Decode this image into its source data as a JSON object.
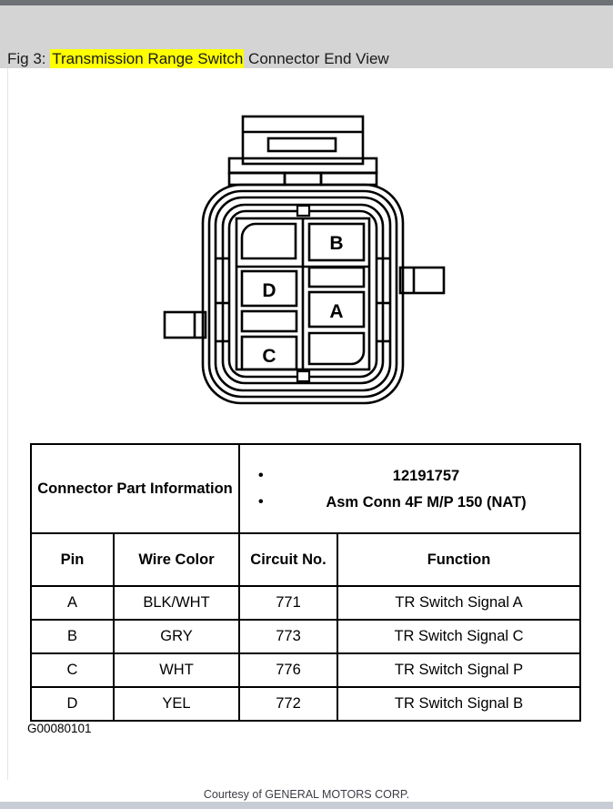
{
  "header": {
    "caption_prefix": "Fig 3: ",
    "caption_highlight": "Transmission Range Switch",
    "caption_suffix": " Connector End View",
    "highlight_color": "#ffff00"
  },
  "diagram": {
    "name": "transmission-range-switch-connector",
    "cavity_labels": {
      "b": "B",
      "d": "D",
      "a": "A",
      "c": "C"
    },
    "code": "G00080101"
  },
  "table": {
    "part_info_label": "Connector Part Information",
    "part_info_values": [
      "12191757",
      "Asm Conn 4F M/P 150 (NAT)"
    ],
    "headers": {
      "pin": "Pin",
      "wire_color": "Wire Color",
      "circuit_no": "Circuit No.",
      "function": "Function"
    },
    "rows": [
      {
        "pin": "A",
        "wire_color": "BLK/WHT",
        "circuit_no": "771",
        "function": "TR Switch Signal A"
      },
      {
        "pin": "B",
        "wire_color": "GRY",
        "circuit_no": "773",
        "function": "TR Switch Signal C"
      },
      {
        "pin": "C",
        "wire_color": "WHT",
        "circuit_no": "776",
        "function": "TR Switch Signal P"
      },
      {
        "pin": "D",
        "wire_color": "YEL",
        "circuit_no": "772",
        "function": "TR Switch Signal B"
      }
    ]
  },
  "footer": {
    "credit": "Courtesy of GENERAL MOTORS CORP."
  }
}
